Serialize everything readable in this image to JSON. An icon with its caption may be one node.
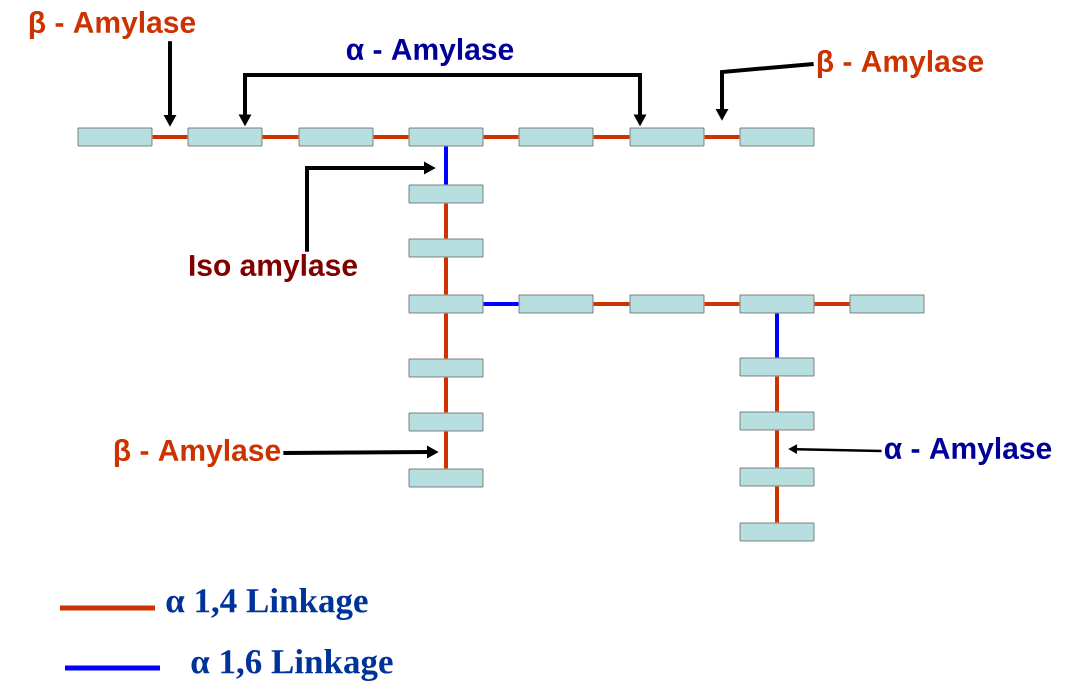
{
  "diagram": {
    "nodes": [
      {
        "text": [
          "β - Amylase"
        ]
      },
      {
        "text": [
          "α - Amylase"
        ]
      },
      {
        "text": [
          "β - Amylase"
        ]
      },
      {
        "text": [],
        "shape": "box"
      },
      {
        "text": [],
        "shape": "box"
      },
      {
        "text": [],
        "shape": "box"
      },
      {
        "text": [],
        "shape": "box"
      },
      {
        "text": [],
        "shape": "box"
      },
      {
        "text": [],
        "shape": "box"
      },
      {
        "text": [],
        "shape": "box"
      },
      {
        "text": [
          "Iso amylase"
        ]
      },
      {
        "text": [],
        "shape": "box"
      },
      {
        "text": [],
        "shape": "box"
      },
      {
        "text": [],
        "shape": "box"
      },
      {
        "text": [],
        "shape": "box"
      },
      {
        "text": [],
        "shape": "box"
      },
      {
        "text": [],
        "shape": "box"
      },
      {
        "text": [],
        "shape": "box"
      },
      {
        "text": [],
        "shape": "box"
      },
      {
        "text": [],
        "shape": "box"
      },
      {
        "text": [],
        "shape": "box"
      },
      {
        "text": [],
        "shape": "box"
      },
      {
        "text": [
          "β - Amylase"
        ]
      },
      {
        "text": [
          "α - Amylase"
        ]
      },
      {
        "text": [],
        "shape": "box"
      },
      {
        "text": [],
        "shape": "box"
      },
      {
        "text": [],
        "shape": "box"
      }
    ],
    "edges": [
      {
        "from": 3,
        "to": 4,
        "arrow": "none"
      },
      {
        "from": 4,
        "to": 5,
        "arrow": "none"
      },
      {
        "from": 5,
        "to": 6,
        "arrow": "none"
      },
      {
        "from": 6,
        "to": 7,
        "arrow": "none"
      },
      {
        "from": 7,
        "to": 8,
        "arrow": "none"
      },
      {
        "from": 8,
        "to": 9,
        "arrow": "none"
      },
      {
        "from": 6,
        "to": 11,
        "arrow": "none",
        "color": "#0000ff"
      },
      {
        "from": 11,
        "to": 12,
        "arrow": "none"
      },
      {
        "from": 12,
        "to": 13,
        "arrow": "none"
      },
      {
        "from": 13,
        "to": 14,
        "arrow": "none",
        "color": "#0000ff"
      },
      {
        "from": 14,
        "to": 15,
        "arrow": "none"
      },
      {
        "from": 15,
        "to": 16,
        "arrow": "none"
      },
      {
        "from": 16,
        "to": 17,
        "arrow": "none"
      },
      {
        "from": 13,
        "to": 18,
        "arrow": "none"
      },
      {
        "from": 18,
        "to": 20,
        "arrow": "none"
      },
      {
        "from": 20,
        "to": 24,
        "arrow": "none"
      },
      {
        "from": 16,
        "to": 19,
        "arrow": "none",
        "color": "#0000ff"
      },
      {
        "from": 19,
        "to": 21,
        "arrow": "none"
      },
      {
        "from": 21,
        "to": 25,
        "arrow": "none"
      },
      {
        "from": 25,
        "to": 26,
        "arrow": "none"
      },
      {
        "from": 0,
        "to": null,
        "arrow": "to",
        "color": "#000000"
      },
      {
        "from": 1,
        "to": 4,
        "arrow": "to",
        "color": "#000000"
      },
      {
        "from": 1,
        "to": 8,
        "arrow": "to",
        "color": "#000000"
      },
      {
        "from": 2,
        "to": null,
        "arrow": "to",
        "color": "#000000"
      },
      {
        "from": 10,
        "to": null,
        "arrow": "to",
        "color": "#000000"
      },
      {
        "from": 22,
        "to": null,
        "arrow": "to",
        "color": "#000000"
      },
      {
        "from": 23,
        "to": null,
        "arrow": "to",
        "color": "#000000"
      }
    ],
    "legend": [
      {
        "text": "α 1,4 Linkage"
      },
      {
        "text": "α 1,6 Linkage"
      }
    ]
  }
}
